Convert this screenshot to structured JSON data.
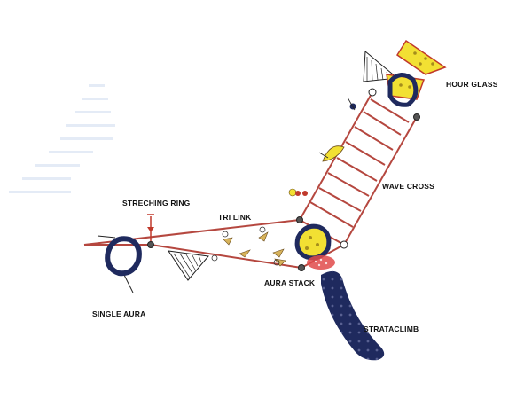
{
  "labels": {
    "hour_glass": "HOUR GLASS",
    "wave_cross": "WAVE CROSS",
    "streching_ring": "STRECHING RING",
    "tri_link": "TRI LINK",
    "aura_stack": "AURA STACK",
    "strataclimb": "STRATACLIMB",
    "single_aura": "SINGLE AURA"
  },
  "colors": {
    "rope": "#c0392b",
    "frame": "#b5473f",
    "navy": "#1f2a5e",
    "yellow": "#f2e033",
    "panel": "#e8eef8",
    "flag": "#cfa84a"
  }
}
